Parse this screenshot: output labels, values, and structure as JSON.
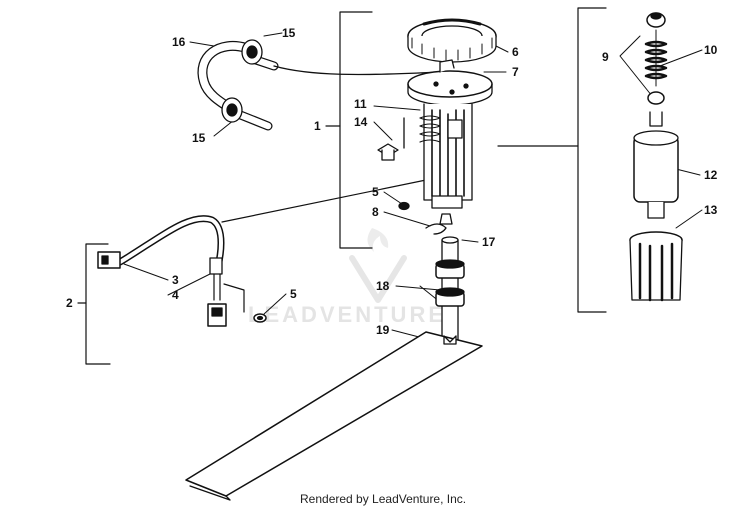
{
  "diagram": {
    "callouts": {
      "c1": "1",
      "c2": "2",
      "c3": "3",
      "c4": "4",
      "c5a": "5",
      "c5b": "5",
      "c6": "6",
      "c7": "7",
      "c8": "8",
      "c9": "9",
      "c10": "10",
      "c11": "11",
      "c12": "12",
      "c13": "13",
      "c14": "14",
      "c15a": "15",
      "c15b": "15",
      "c16": "16",
      "c17": "17",
      "c18": "18",
      "c19": "19"
    },
    "watermark": "LEADVENTURE",
    "credit": "Rendered by LeadVenture, Inc."
  },
  "colors": {
    "line": "#111111",
    "fill": "#ffffff",
    "watermark": "#e4e4e4"
  }
}
